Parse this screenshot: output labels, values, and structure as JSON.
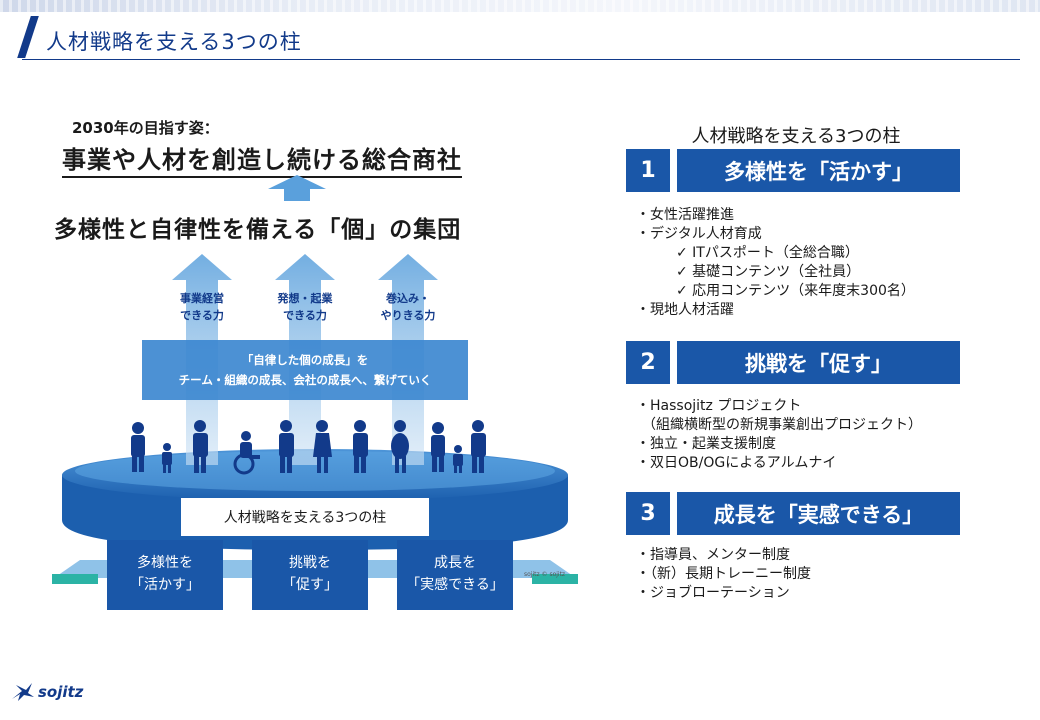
{
  "header": {
    "title": "人材戦略を支える3つの柱"
  },
  "illustration": {
    "goal_label": "2030年の目指す姿：",
    "goal_main": "事業や人材を創造し続ける総合商社",
    "collective": "多様性と自律性を備える「個」の集団",
    "arrows": [
      {
        "line1": "事業経営",
        "line2": "できる力"
      },
      {
        "line1": "発想・起業",
        "line2": "できる力"
      },
      {
        "line1": "巻込み・",
        "line2": "やりきる力"
      }
    ],
    "band_line1": "「自律した個の成長」を",
    "band_line2": "チーム・組織の成長、会社の成長へ、繋げていく",
    "platform_label": "人材戦略を支える3つの柱",
    "pillars": [
      {
        "line1": "多様性を",
        "line2": "「活かす」"
      },
      {
        "line1": "挑戦を",
        "line2": "「促す」"
      },
      {
        "line1": "成長を",
        "line2": "「実感できる」"
      }
    ],
    "credit": "sojitz © sojitz"
  },
  "panel": {
    "header": "人材戦略を支える3つの柱",
    "pillars": [
      {
        "number": "1",
        "title": "多様性を「活かす」",
        "bullets": [
          "・女性活躍推進",
          "・デジタル人材育成",
          "✓  ITパスポート（全総合職）",
          "✓  基礎コンテンツ（全社員）",
          "✓  応用コンテンツ（来年度末300名）",
          "・現地人材活躍"
        ]
      },
      {
        "number": "2",
        "title": "挑戦を「促す」",
        "bullets": [
          "・Hassojitz プロジェクト",
          "（組織横断型の新規事業創出プロジェクト）",
          "・独立・起業支援制度",
          "・双日OB/OGによるアルムナイ"
        ]
      },
      {
        "number": "3",
        "title": "成長を「実感できる」",
        "bullets": [
          "・指導員、メンター制度",
          "・（新）長期トレーニー制度",
          "・ジョブローテーション"
        ]
      }
    ]
  },
  "logo": {
    "text": "sojitz"
  },
  "colors": {
    "navy": "#123a8a",
    "blue": "#1a57a8",
    "light_blue": "#5aa0dc"
  }
}
